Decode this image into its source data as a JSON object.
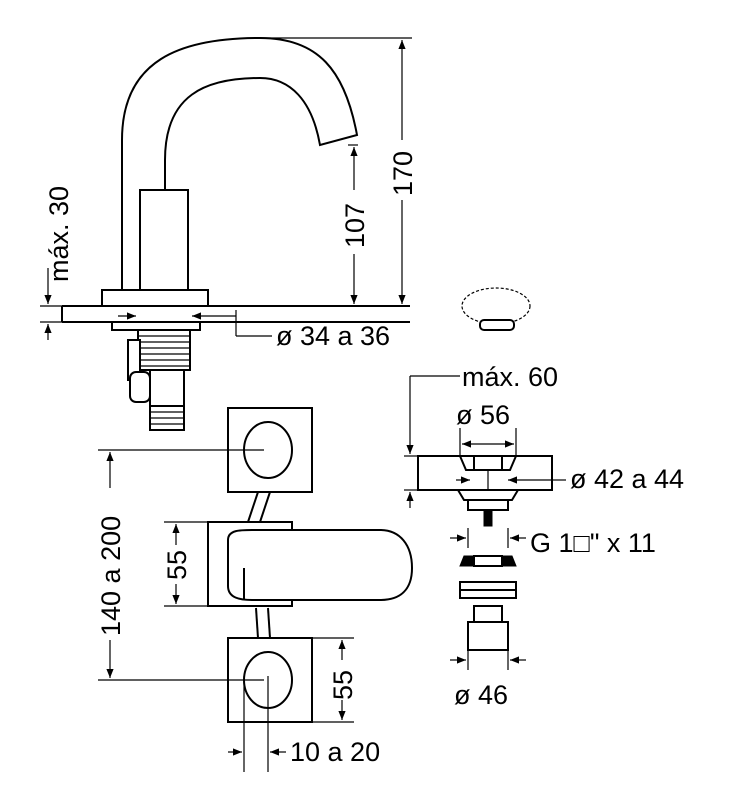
{
  "dimensions": {
    "max30": "máx. 30",
    "d107": "107",
    "d170": "170",
    "d34to36": "ø 34 a 36",
    "max60": "máx. 60",
    "d56": "ø 56",
    "d42to44": "ø 42 a 44",
    "thread": "G 1□\" x 11",
    "d46": "ø 46",
    "d140to200": "140 a 200",
    "d55_lever": "55",
    "d55_handle": "55",
    "d10to20": "10 a 20"
  },
  "colors": {
    "line": "#000000",
    "background": "#ffffff"
  }
}
